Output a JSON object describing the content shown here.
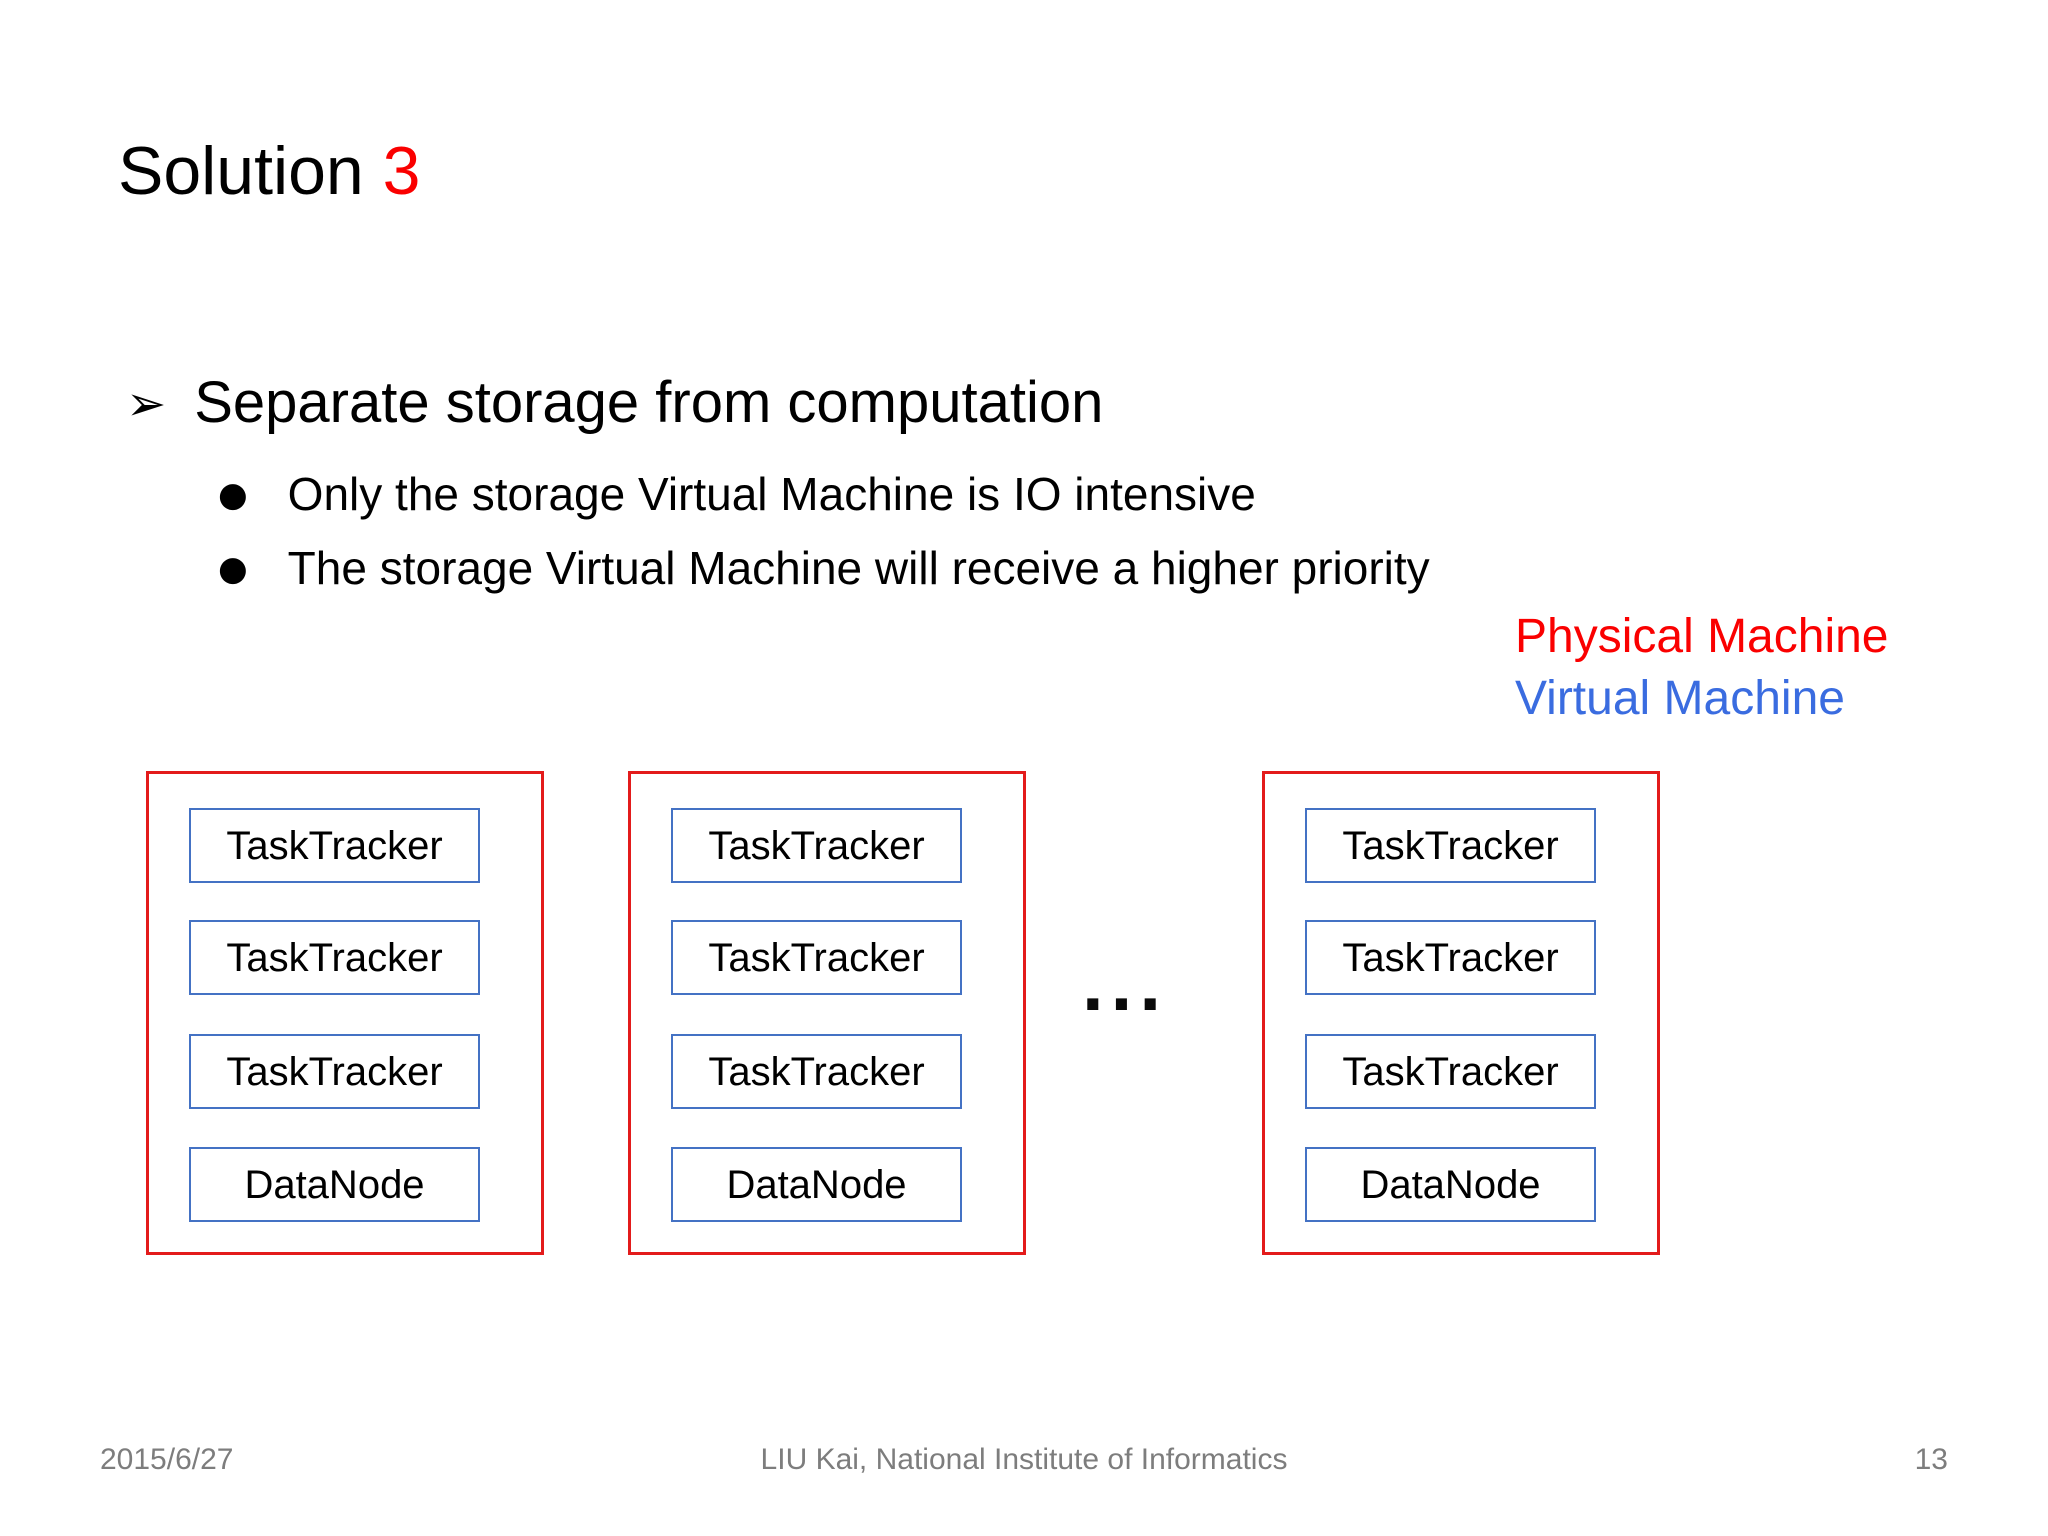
{
  "title": {
    "prefix": "Solution ",
    "number": "3"
  },
  "bullets": {
    "l1": {
      "marker": "➢",
      "text": "Separate storage from computation"
    },
    "l2": [
      {
        "marker": "●",
        "text": "Only the storage Virtual Machine is IO intensive"
      },
      {
        "marker": "●",
        "text": "The storage Virtual Machine will receive a higher priority"
      }
    ]
  },
  "legend": {
    "physical": {
      "label": "Physical Machine",
      "color": "#fa0000"
    },
    "virtual": {
      "label": "Virtual Machine",
      "color": "#3a6ce0"
    }
  },
  "diagram": {
    "ellipsis": "...",
    "colors": {
      "physical_machine_border": "#e31b1b",
      "virtual_machine_border": "#4472c4"
    },
    "machines": [
      {
        "nodes": [
          "TaskTracker",
          "TaskTracker",
          "TaskTracker",
          "DataNode"
        ]
      },
      {
        "nodes": [
          "TaskTracker",
          "TaskTracker",
          "TaskTracker",
          "DataNode"
        ]
      },
      {
        "nodes": [
          "TaskTracker",
          "TaskTracker",
          "TaskTracker",
          "DataNode"
        ]
      }
    ]
  },
  "footer": {
    "date": "2015/6/27",
    "center": "LIU Kai, National Institute of Informatics",
    "page": "13"
  }
}
